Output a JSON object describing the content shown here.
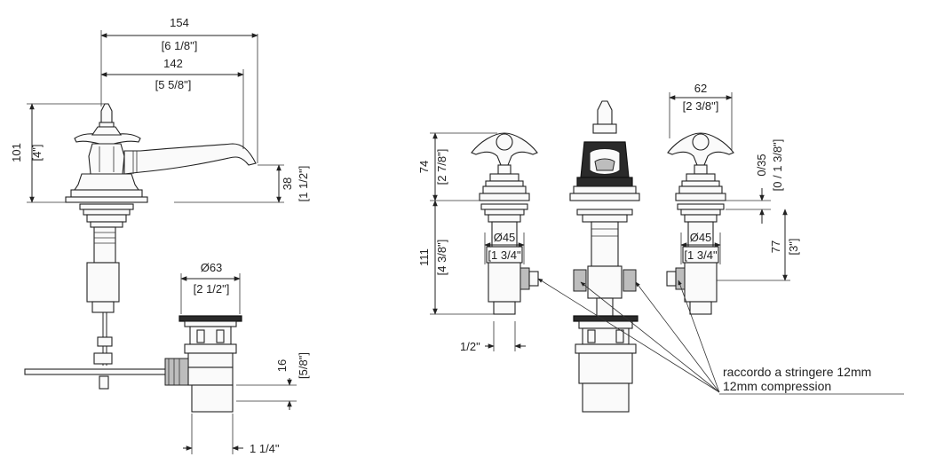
{
  "left_view": {
    "dim_154_mm": "154",
    "dim_154_in": "[6 1/8\"]",
    "dim_142_mm": "142",
    "dim_142_in": "[5 5/8\"]",
    "dim_101_mm": "101",
    "dim_101_in": "[4\"]",
    "dim_38_mm": "38",
    "dim_38_in": "[1 1/2\"]",
    "dim_63_mm": "Ø63",
    "dim_63_in": "[2 1/2\"]",
    "dim_16_mm": "16",
    "dim_16_in": "[5/8\"]",
    "dim_114_in": "1 1/4\""
  },
  "right_view": {
    "dim_62_mm": "62",
    "dim_62_in": "[2 3/8\"]",
    "dim_74_mm": "74",
    "dim_74_in": "[2 7/8\"]",
    "dim_035_mm": "0/35",
    "dim_035_in": "[0 / 1 3/8\"]",
    "dim_111_mm": "111",
    "dim_111_in": "[4 3/8\"]",
    "dim_45a_mm": "Ø45",
    "dim_45a_in": "[1 3/4\"",
    "dim_45b_mm": "Ø45",
    "dim_45b_in": "[1 3/4\"",
    "dim_77_mm": "77",
    "dim_77_in": "[3\"]",
    "dim_12_in": "1/2\""
  },
  "note": {
    "line1": "raccordo a stringere 12mm",
    "line2": "12mm compression"
  }
}
